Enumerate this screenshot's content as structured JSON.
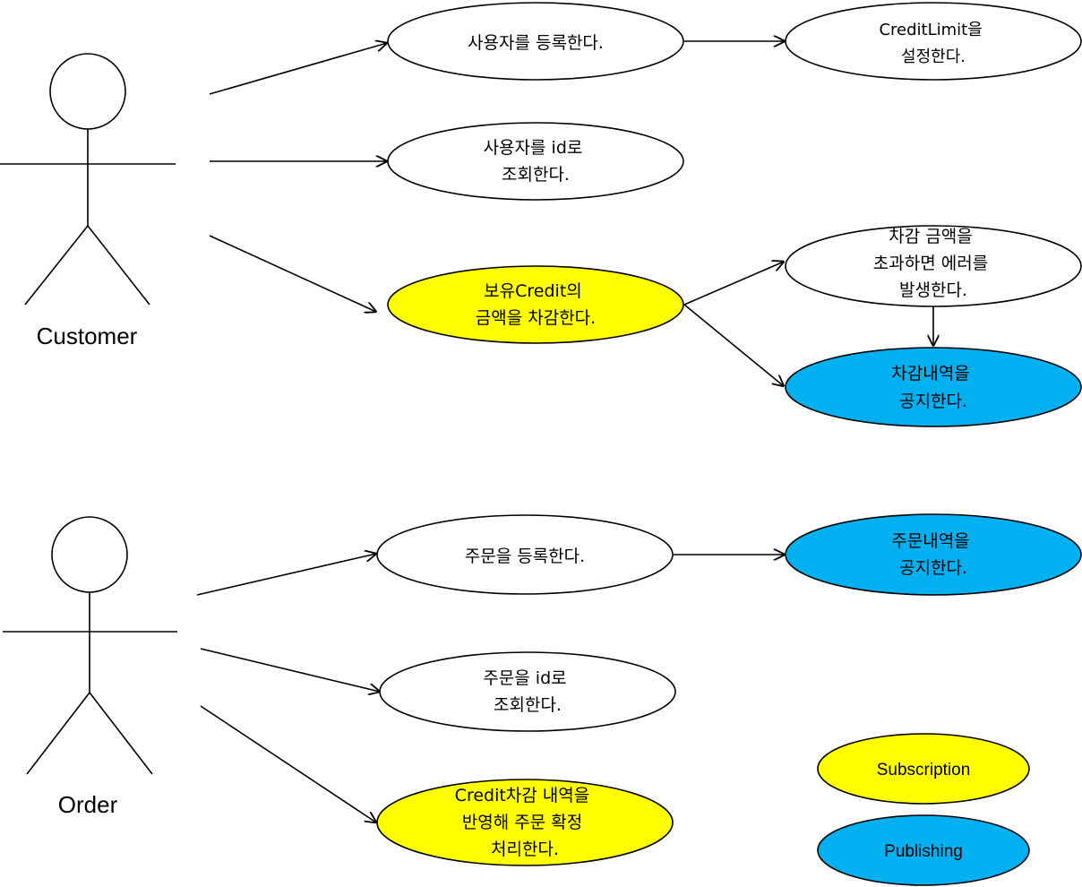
{
  "colors": {
    "subscription": "#FFFF00",
    "publishing": "#00B0F0",
    "default": "#FFFFFF",
    "stroke": "#000000"
  },
  "actors": {
    "customer": {
      "name": "Customer"
    },
    "order": {
      "name": "Order"
    }
  },
  "use_cases": {
    "register_user": [
      "사용자를 등록한다."
    ],
    "set_credit_limit": [
      "CreditLimit을",
      "설정한다."
    ],
    "lookup_user": [
      "사용자를 id로",
      "조회한다."
    ],
    "deduct_credit": [
      "보유Credit의",
      "금액을 차감한다."
    ],
    "error_on_exceed": [
      "차감 금액을",
      "초과하면 에러를",
      "발생한다."
    ],
    "publish_deduction": [
      "차감내역을",
      "공지한다."
    ],
    "register_order": [
      "주문을 등록한다."
    ],
    "publish_order": [
      "주문내역을",
      "공지한다."
    ],
    "lookup_order": [
      "주문을 id로",
      "조회한다."
    ],
    "confirm_order": [
      "Credit차감 내역을",
      "반영해 주문 확정",
      "처리한다."
    ]
  },
  "legend": {
    "subscription": "Subscription",
    "publishing": "Publishing"
  }
}
